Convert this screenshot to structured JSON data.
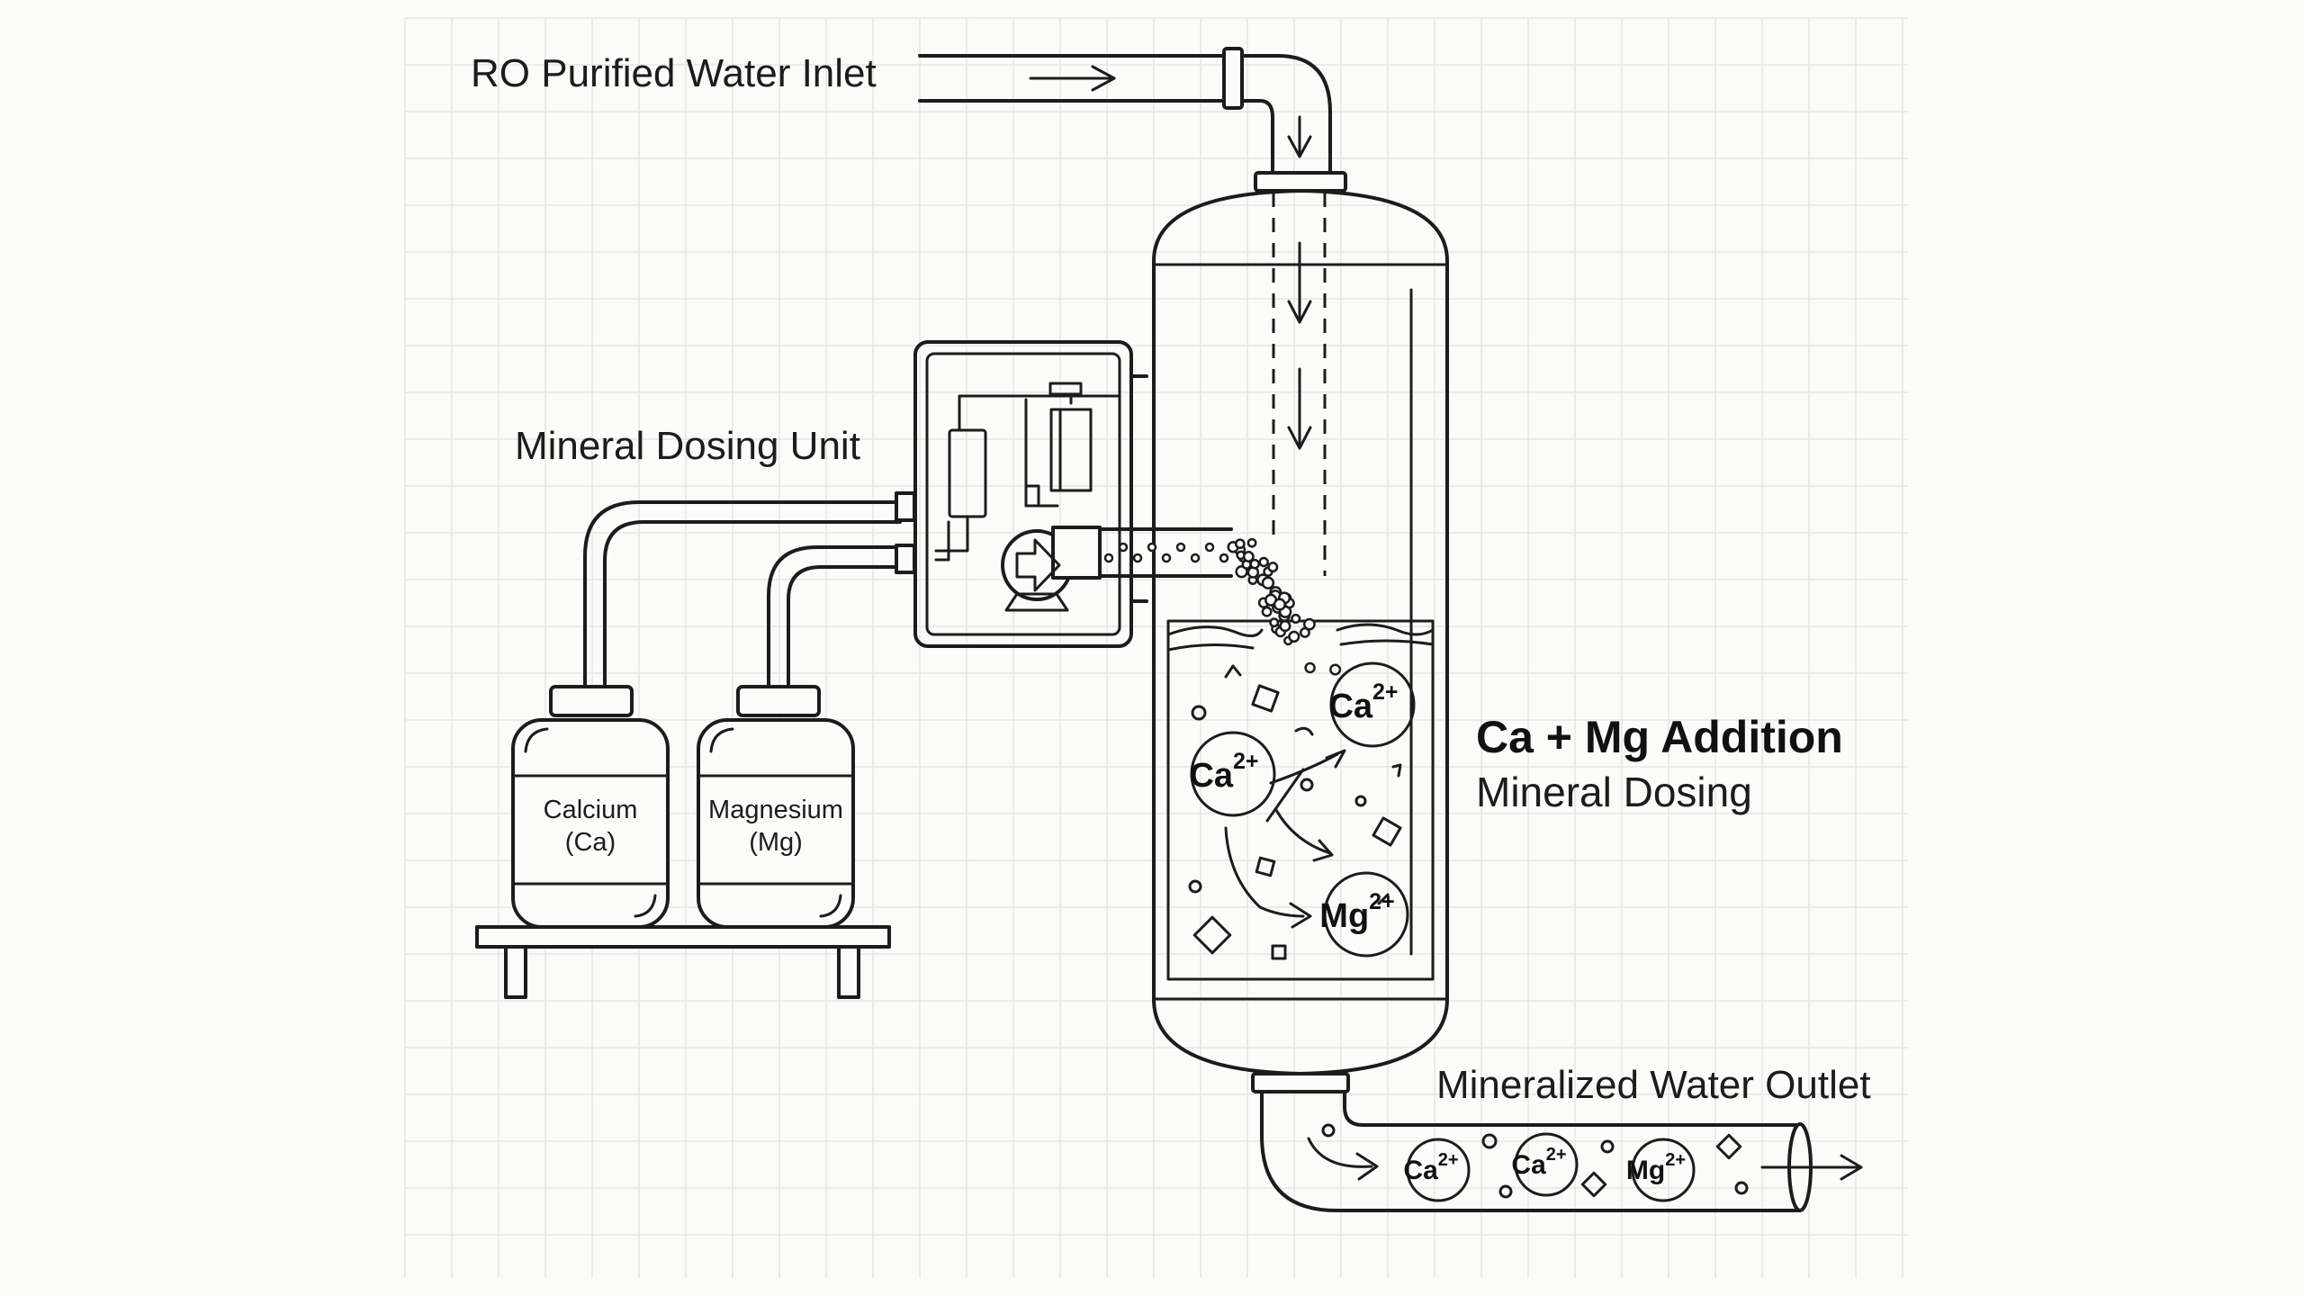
{
  "labels": {
    "inlet": "RO Purified Water Inlet",
    "dosing_unit": "Mineral Dosing Unit",
    "addition_title": "Ca + Mg Addition",
    "addition_subtitle": "Mineral Dosing",
    "outlet": "Mineralized Water Outlet"
  },
  "bottles": [
    {
      "name": "Calcium",
      "symbol": "(Ca)"
    },
    {
      "name": "Magnesium",
      "symbol": "(Mg)"
    }
  ],
  "ions": {
    "calcium": {
      "base": "Ca",
      "charge": "2+"
    },
    "magnesium": {
      "base": "Mg",
      "charge": "2+"
    }
  },
  "colors": {
    "ink": "#1c1c1c",
    "background": "#fbfbfa",
    "grid": "#e6e6e3"
  }
}
